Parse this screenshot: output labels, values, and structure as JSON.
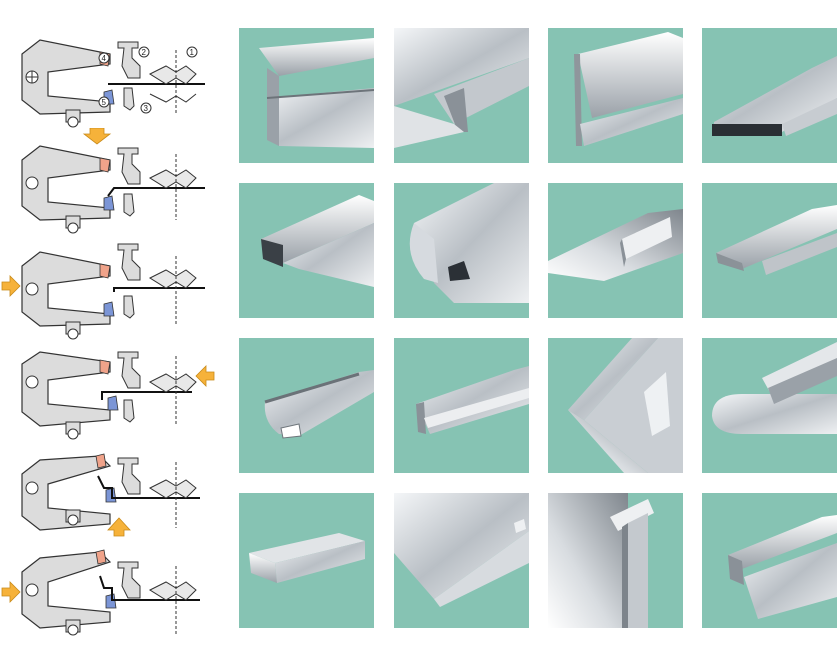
{
  "diagram": {
    "callouts": [
      "1",
      "2",
      "3",
      "4",
      "5"
    ],
    "steps": [
      {
        "arrow": "none"
      },
      {
        "arrow": "down"
      },
      {
        "arrow": "right"
      },
      {
        "arrow": "left"
      },
      {
        "arrow": "up"
      },
      {
        "arrow": "right"
      }
    ]
  },
  "colors": {
    "tile_background": "#86c3b3",
    "diagram_body": "#dcdcdc",
    "tool_blue": "#7b95d6",
    "tool_pink": "#f0a38a",
    "arrow_orange": "#f6b23a",
    "metal_light": "#e9ecef",
    "metal_dark": "#8d949b"
  },
  "profiles": [
    {
      "icon": "z-profile-icon"
    },
    {
      "icon": "channel-profile-icon"
    },
    {
      "icon": "hook-profile-icon"
    },
    {
      "icon": "flat-hem-profile-icon"
    },
    {
      "icon": "hat-profile-icon"
    },
    {
      "icon": "wide-channel-profile-icon"
    },
    {
      "icon": "angle-profile-icon"
    },
    {
      "icon": "rail-profile-icon"
    },
    {
      "icon": "gutter-profile-icon"
    },
    {
      "icon": "box-profile-icon"
    },
    {
      "icon": "corner-frame-icon"
    },
    {
      "icon": "rolled-edge-profile-icon"
    },
    {
      "icon": "tray-icon"
    },
    {
      "icon": "pan-profile-icon"
    },
    {
      "icon": "panel-corner-icon"
    },
    {
      "icon": "double-flange-profile-icon"
    }
  ]
}
